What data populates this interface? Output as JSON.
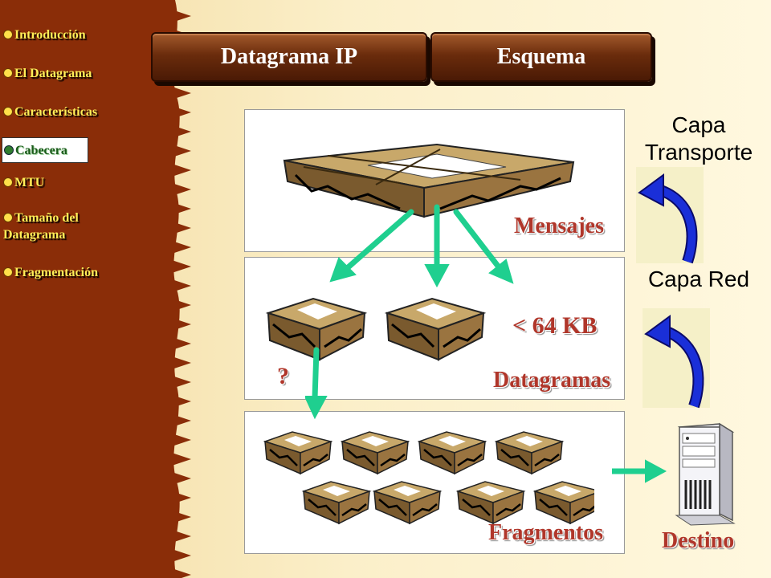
{
  "nav": {
    "items": [
      {
        "label": "Introducción",
        "active": false
      },
      {
        "label": "El Datagrama",
        "active": false
      },
      {
        "label": "Características",
        "active": false
      },
      {
        "label": "Cabecera",
        "active": true
      },
      {
        "label": "MTU",
        "active": false
      },
      {
        "label": "Tamaño del Datagrama",
        "active": false
      },
      {
        "label": "Fragmentación",
        "active": false
      }
    ]
  },
  "header": {
    "tab_title": "Datagrama IP",
    "tab_section": "Esquema"
  },
  "diagram": {
    "messages_label": "Mensajes",
    "size_label": "< 64 KB",
    "question_label": "?",
    "datagrams_label": "Datagramas",
    "fragments_label": "Fragmentos",
    "destination_label": "Destino",
    "transport_layer_label": "Capa Transporte",
    "network_layer_label": "Capa Red"
  },
  "colors": {
    "nav_bg": "#8a2d08",
    "nav_text": "#ffef58",
    "label_red": "#b0362a",
    "arrow_green": "#1fcf8f",
    "arrow_blue": "#1a2fd8"
  },
  "icons": [
    "bullet-icon",
    "package-icon",
    "server-icon",
    "curved-arrow-icon",
    "green-arrow-icon"
  ]
}
